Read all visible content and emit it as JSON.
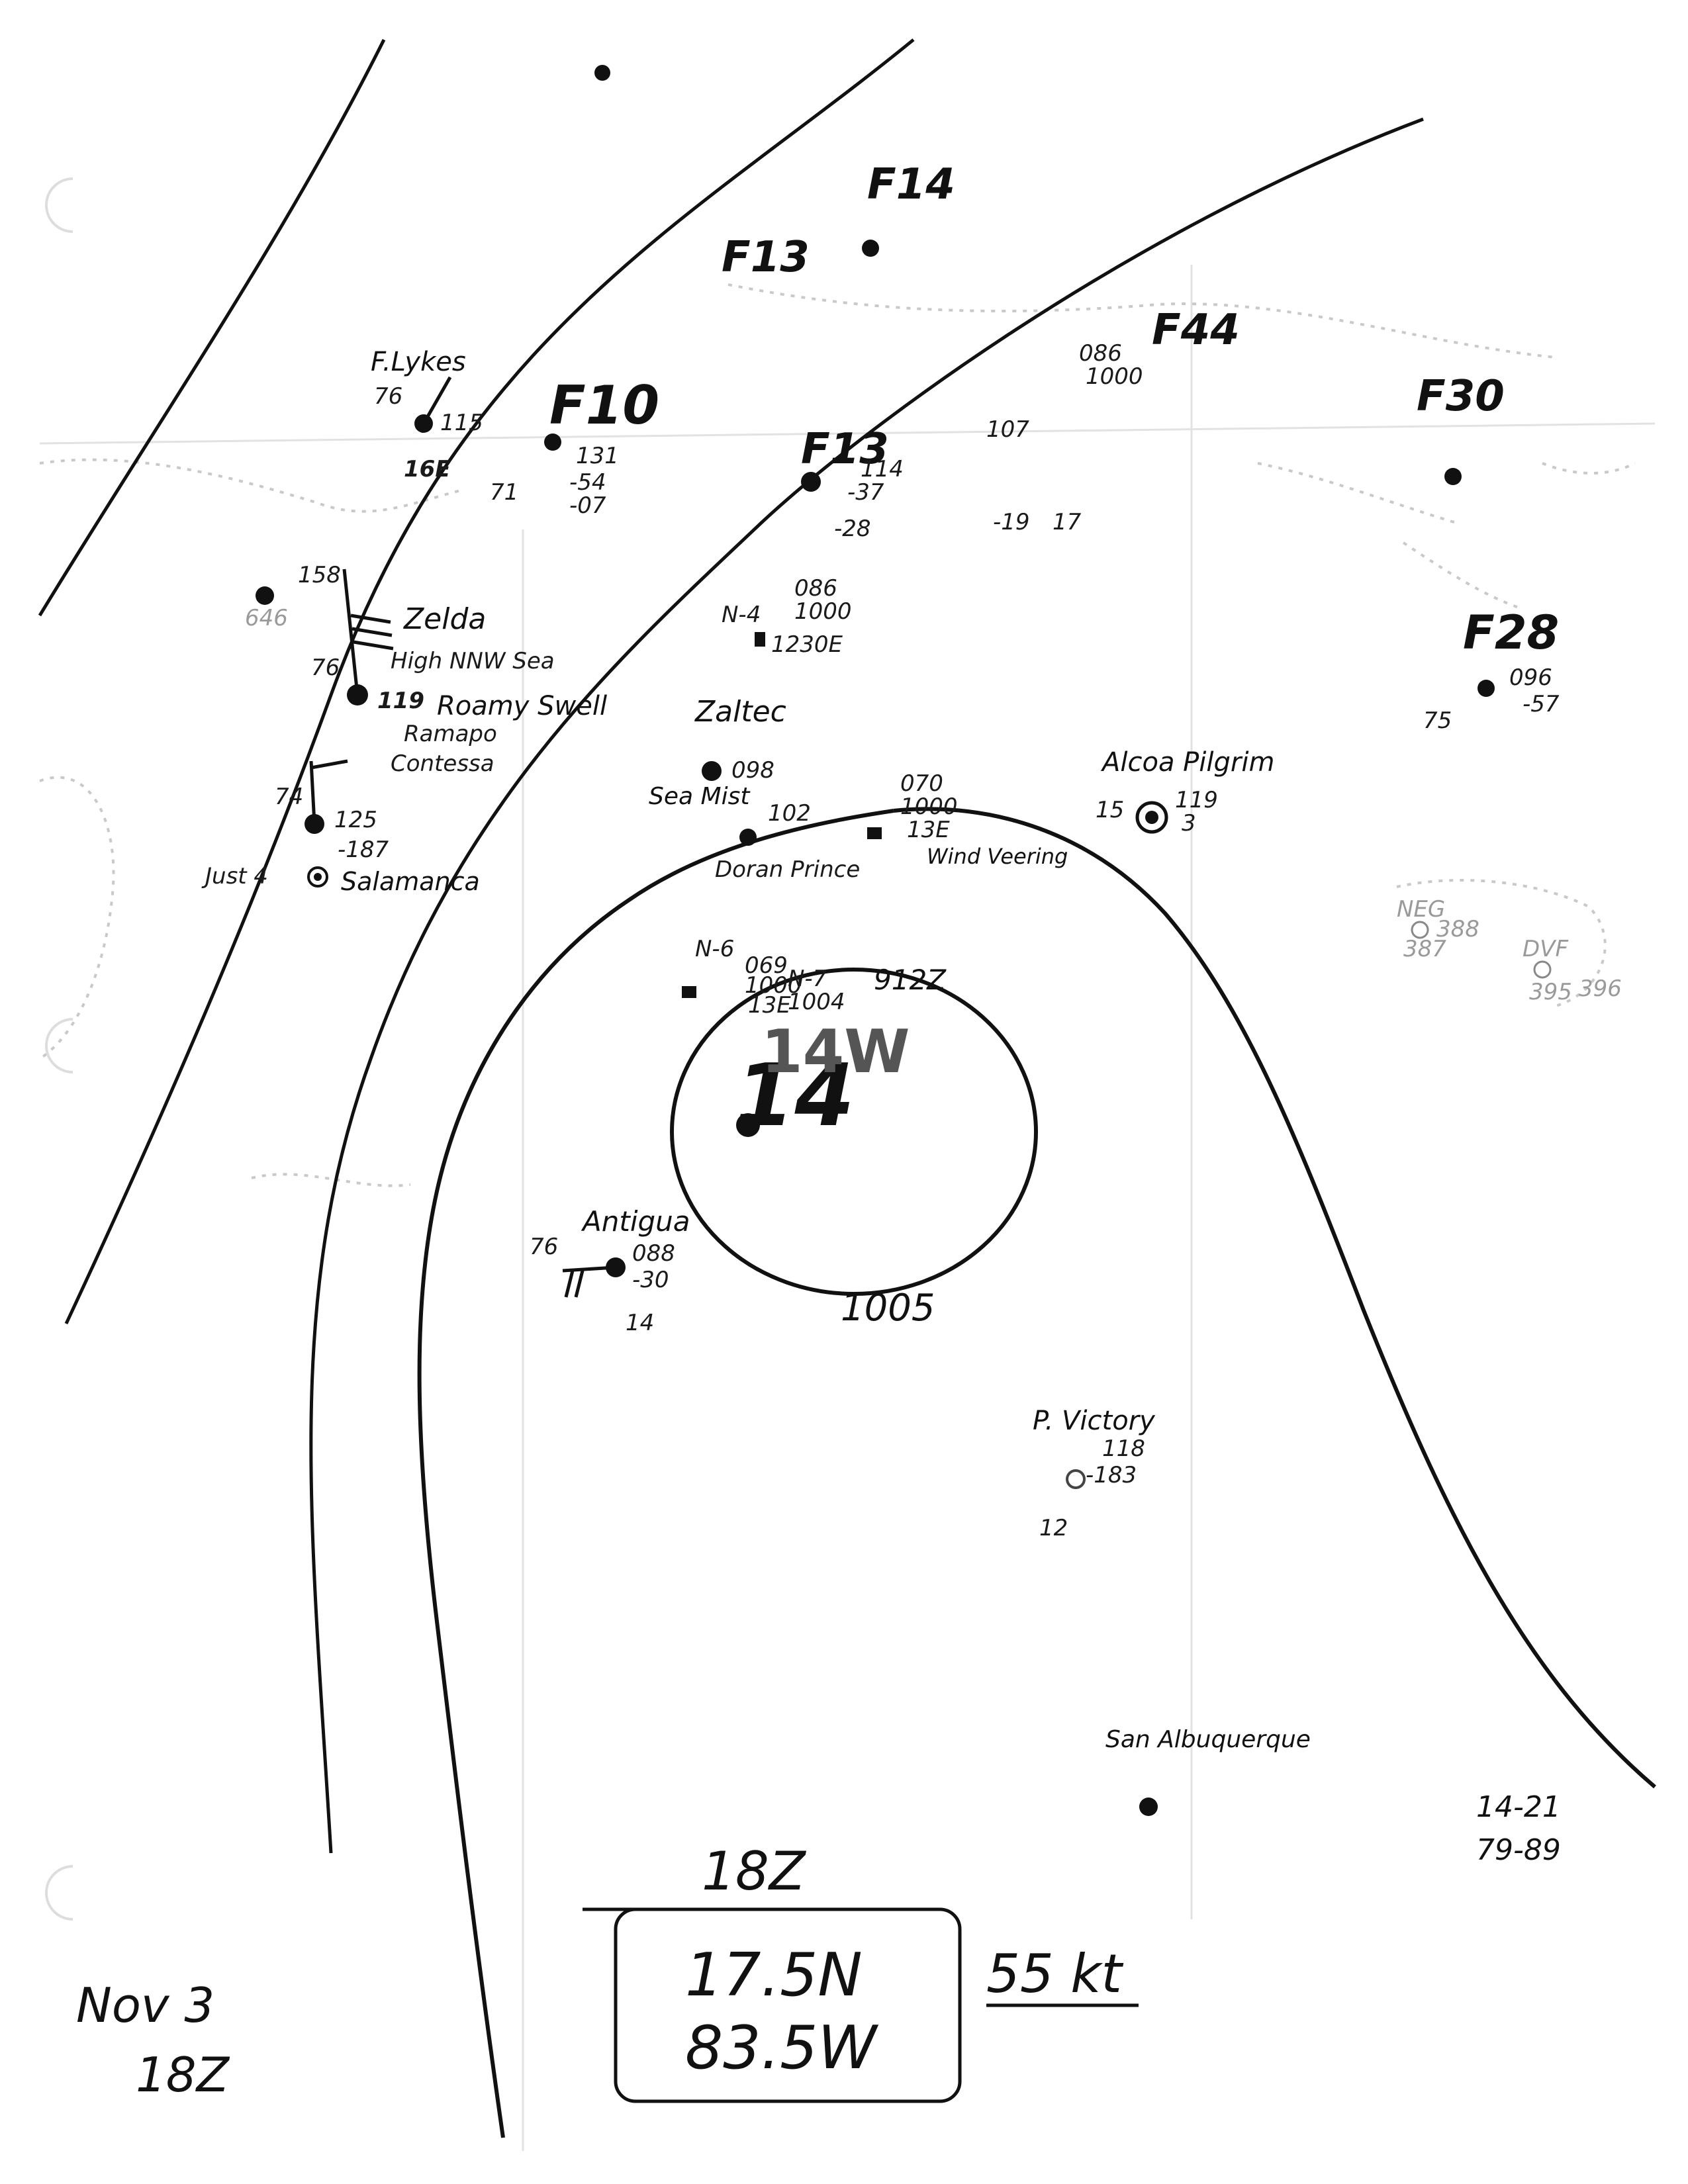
{
  "header": {
    "date_line": "Nov 3",
    "time_line": "18Z"
  },
  "fix_box": {
    "time": "18Z",
    "lat": "17.5N",
    "lon": "83.5W",
    "wind": "55 kt"
  },
  "corner_note": {
    "line1": "14-21",
    "line2": "79-89"
  },
  "isobar": {
    "label": "1005"
  },
  "storm": {
    "label": "14W",
    "number": "14"
  },
  "fronts": {
    "labels": [
      "F10",
      "F13",
      "F14",
      "F30",
      "F13",
      "F44",
      "F28"
    ]
  },
  "ships": [
    {
      "name": "F.Lykes",
      "obs": [
        "76",
        "115",
        "16E"
      ]
    },
    {
      "name": "Zelda",
      "obs": [
        "76",
        "119",
        "High NNW Sea"
      ]
    },
    {
      "name": "Ramapo",
      "obs": [
        "Roamy Swell",
        "Zaltec"
      ]
    },
    {
      "name": "Contessa",
      "obs": [
        "74",
        "125",
        "-187"
      ]
    },
    {
      "name": "Salamanca",
      "obs": [
        "Just 4"
      ]
    },
    {
      "name": "Sea Mist",
      "obs": [
        "098",
        "102"
      ]
    },
    {
      "name": "Doran Prince",
      "obs": [
        "070",
        "1000",
        "13E",
        "Wind Veering"
      ]
    },
    {
      "name": "Alcoa Pilgrim",
      "obs": [
        "119",
        "15",
        "3"
      ]
    },
    {
      "name": "Antigua",
      "obs": [
        "76",
        "088",
        "-30",
        "14"
      ]
    },
    {
      "name": "P. Victory",
      "obs": [
        "118",
        "-183",
        "12"
      ]
    },
    {
      "name": "San Albuquerque",
      "obs": []
    }
  ],
  "recon": [
    {
      "name": "N-4",
      "obs": [
        "086",
        "1000",
        "1230E"
      ]
    },
    {
      "name": "N-6",
      "obs": [
        "069",
        "1000",
        "13E"
      ]
    },
    {
      "name": "N-7",
      "obs": [
        "1004",
        "912Z"
      ]
    }
  ],
  "stations": [
    {
      "name": "NEG",
      "obs": [
        "388",
        "387"
      ]
    },
    {
      "name": "DVF",
      "obs": [
        "395",
        "396"
      ]
    }
  ],
  "misc_obs": [
    "131",
    "-54",
    "71",
    "-07",
    "114",
    "-37",
    "-28",
    "107",
    "-19",
    "17",
    "158",
    "646",
    "086",
    "1000",
    "096",
    "-57",
    "75"
  ]
}
